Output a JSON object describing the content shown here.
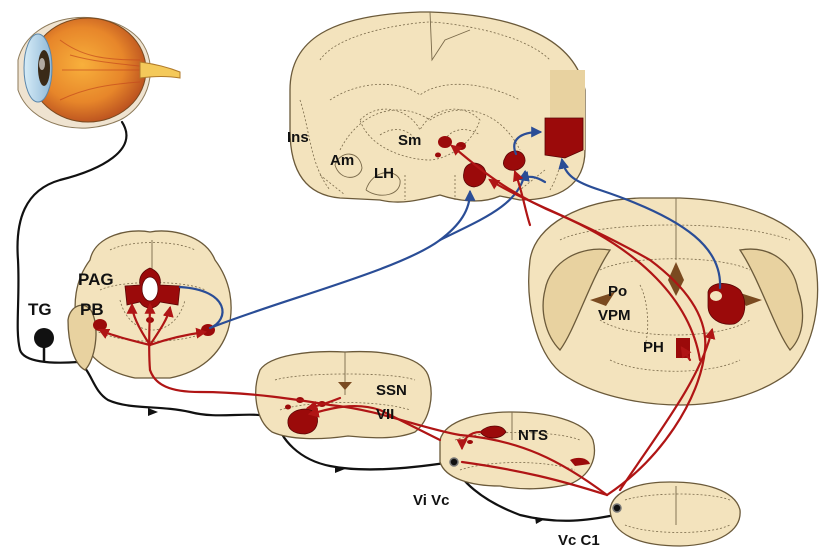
{
  "colors": {
    "tissue": "#f3e3bd",
    "tissue_dark": "#e8d2a0",
    "tissue_shade": "#dcc391",
    "outline": "#6b5a3a",
    "nucleus": "#9b0a0a",
    "pathway_red": "#b01515",
    "pathway_blue": "#2a4d96",
    "pathway_black": "#111111",
    "ventricle": "#7a4a20"
  },
  "labels": {
    "ins": "Ins",
    "am": "Am",
    "sm": "Sm",
    "lh": "LH",
    "pag": "PAG",
    "pb": "PB",
    "tg": "TG",
    "ssn": "SSN",
    "vii": "VII",
    "nts": "NTS",
    "vi_vc": "Vi Vc",
    "vc_c1": "Vc C1",
    "po": "Po",
    "vpm": "VPM",
    "ph": "PH"
  },
  "icons": {
    "eye": "eye-illustration",
    "ganglion": "trigeminal-ganglion-dot"
  }
}
